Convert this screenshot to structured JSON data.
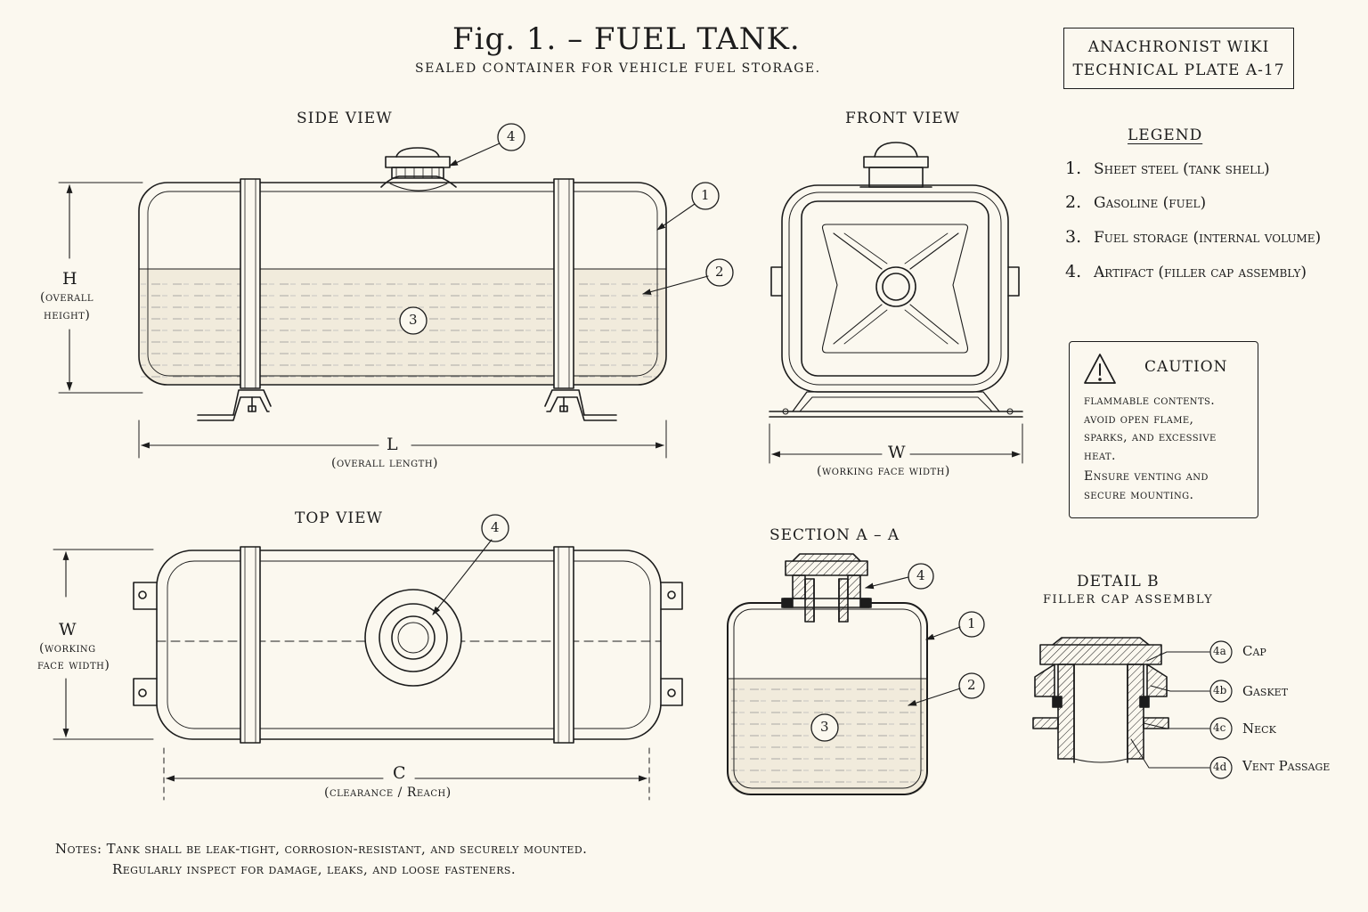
{
  "title": "Fig. 1. – FUEL TANK.",
  "subtitle": "SEALED CONTAINER FOR VEHICLE FUEL STORAGE.",
  "plate": {
    "line1": "ANACHRONIST WIKI",
    "line2": "TECHNICAL PLATE  A-17"
  },
  "views": {
    "side": "SIDE VIEW",
    "front": "FRONT VIEW",
    "top": "TOP VIEW",
    "section": "SECTION A – A",
    "detail": "DETAIL B",
    "detail_sub": "FILLER CAP ASSEMBLY"
  },
  "dimensions": {
    "h": {
      "symbol": "H",
      "desc1": "(overall",
      "desc2": "height)"
    },
    "l": {
      "symbol": "L",
      "desc": "(overall length)"
    },
    "w_front": {
      "symbol": "W",
      "desc": "(working face width)"
    },
    "w_top": {
      "symbol": "W",
      "desc1": "(working",
      "desc2": "face width)"
    },
    "c": {
      "symbol": "C",
      "desc": "(clearance / Reach)"
    }
  },
  "legend": {
    "heading": "LEGEND",
    "items": [
      {
        "num": "1.",
        "text": "Sheet steel (tank shell)"
      },
      {
        "num": "2.",
        "text": "Gasoline (fuel)"
      },
      {
        "num": "3.",
        "text": "Fuel storage (internal volume)"
      },
      {
        "num": "4.",
        "text": "Artifact (filler cap assembly)"
      }
    ]
  },
  "caution": {
    "title": "CAUTION",
    "lines": [
      "flammable contents.",
      "avoid open flame,",
      "sparks, and excessive",
      "heat.",
      "Ensure venting and",
      "secure mounting."
    ]
  },
  "callouts": {
    "c1": "1",
    "c2": "2",
    "c3": "3",
    "c4": "4",
    "c4a": "4a",
    "c4b": "4b",
    "c4c": "4c",
    "c4d": "4d"
  },
  "detail_labels": {
    "cap": "Cap",
    "gasket": "Gasket",
    "neck": "Neck",
    "vent": "Vent Passage"
  },
  "notes": {
    "line1": "Notes:  Tank shall be leak-tight, corrosion-resistant, and securely mounted.",
    "line2": "Regularly inspect for damage, leaks, and loose fasteners."
  }
}
